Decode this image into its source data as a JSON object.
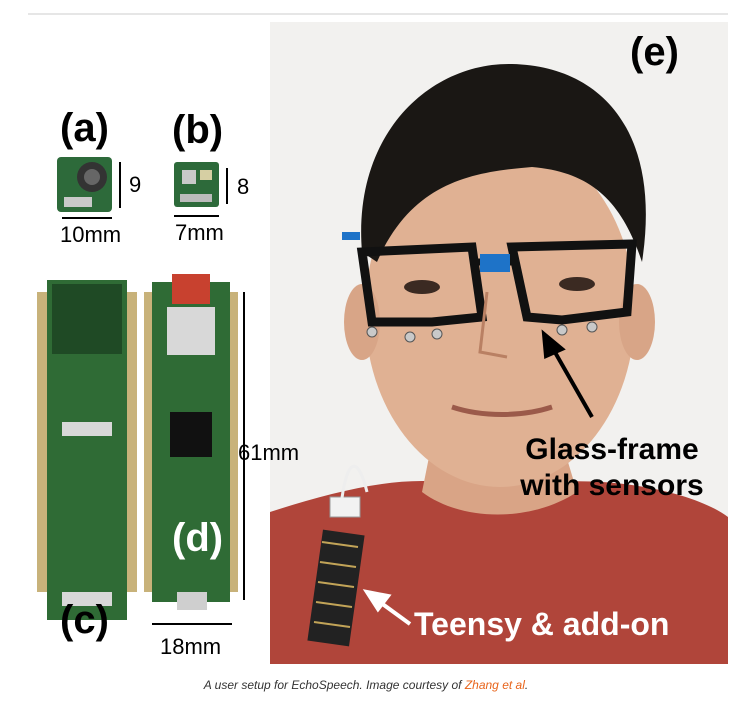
{
  "panels": {
    "a": "(a)",
    "b": "(b)",
    "c": "(c)",
    "d": "(d)",
    "e": "(e)"
  },
  "dimensions": {
    "a_height": "9",
    "a_width": "10mm",
    "b_height": "8",
    "b_width": "7mm",
    "board_height": "61mm",
    "board_width": "18mm"
  },
  "annotations": {
    "glass_frame_line1": "Glass-frame",
    "glass_frame_line2": "with sensors",
    "teensy": "Teensy & add-on"
  },
  "caption": {
    "text": "A user setup for EchoSpeech. Image courtesy of",
    "link": "Zhang et al",
    "end": "."
  },
  "colors": {
    "pcb_green": "#2f6b35",
    "shirt_red": "#b0453a",
    "caption_link": "#e8641b"
  }
}
